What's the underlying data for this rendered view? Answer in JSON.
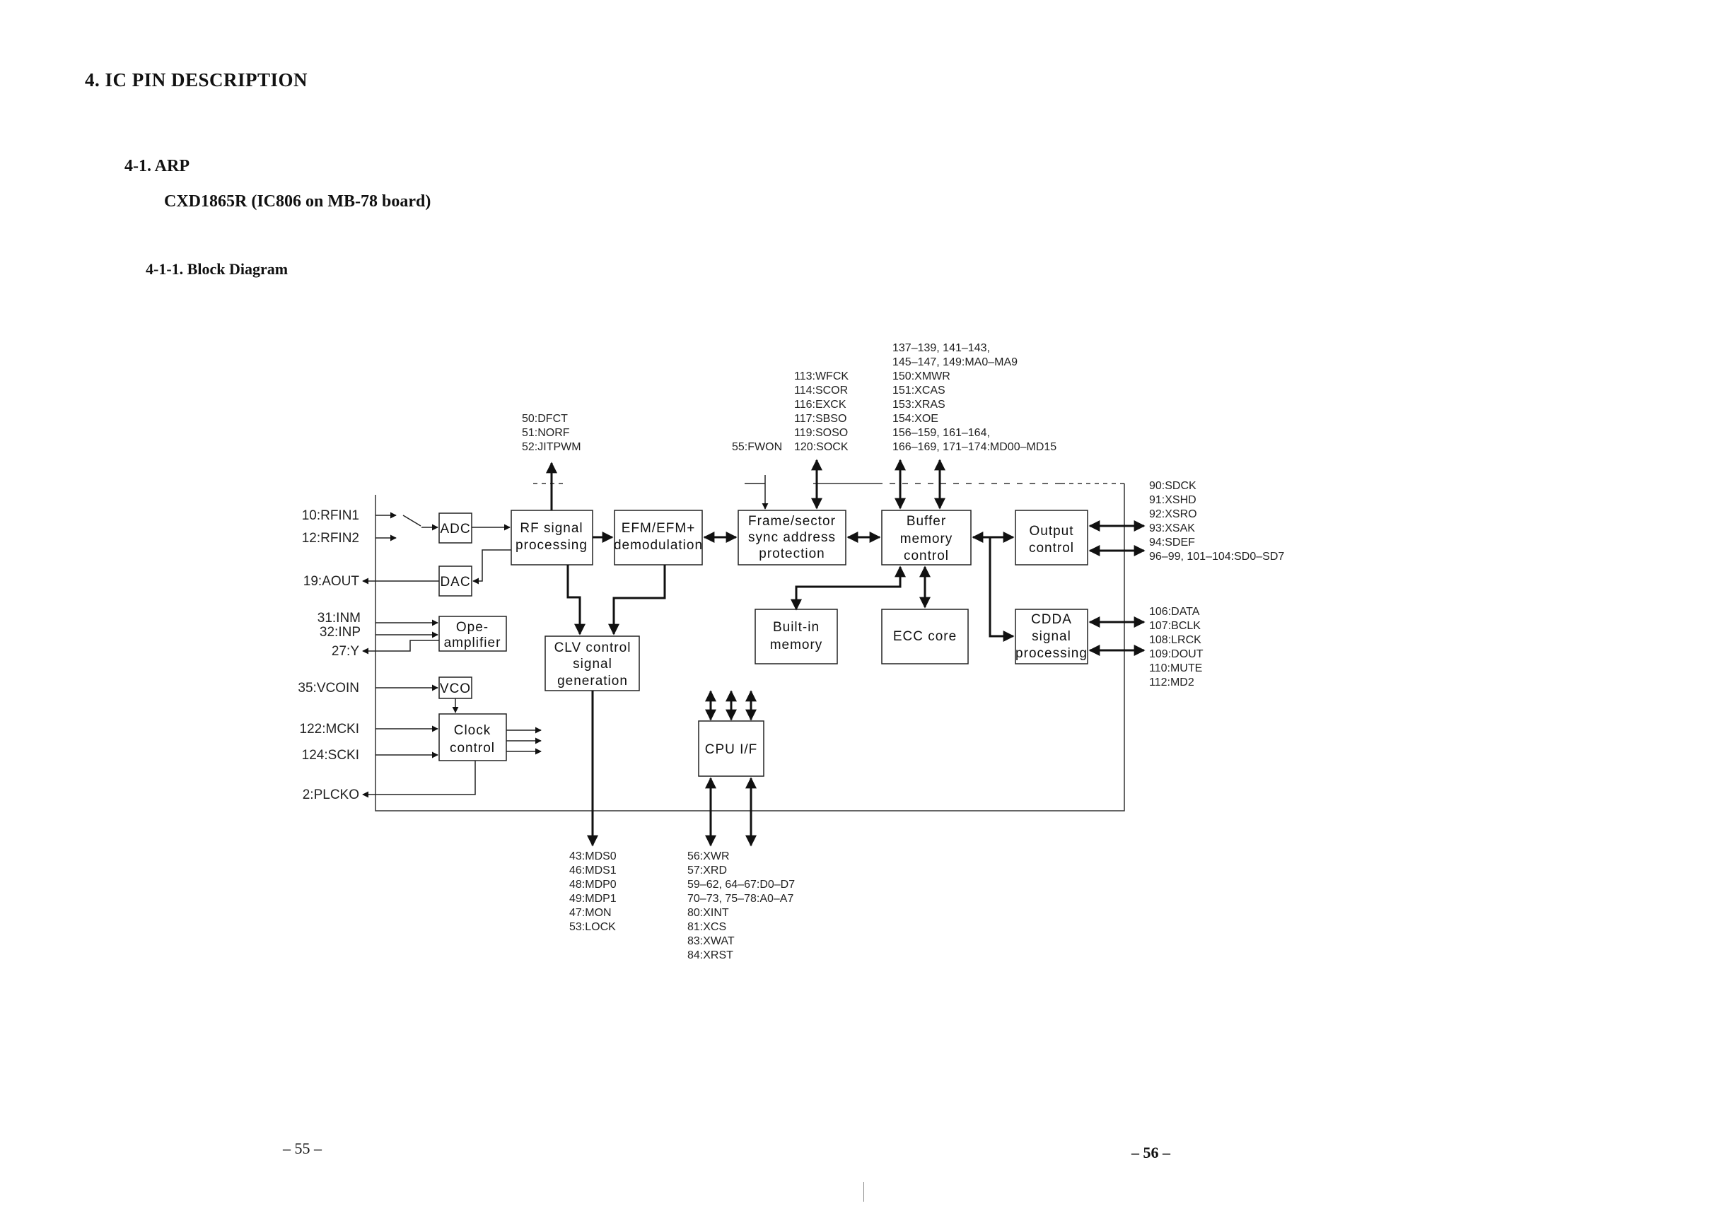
{
  "document": {
    "section_title": "4.   IC PIN DESCRIPTION",
    "subsection_title": "4-1.  ARP",
    "chip_title": "CXD1865R (IC806 on MB-78 board)",
    "block_diagram_title": "4-1-1.   Block Diagram",
    "page_left": "– 55 –",
    "page_right": "– 56 –"
  },
  "blocks": {
    "adc": "ADC",
    "dac": "DAC",
    "rf": [
      "RF signal",
      "processing"
    ],
    "efm": [
      "EFM/EFM+",
      "demodulation"
    ],
    "frame": [
      "Frame/sector",
      "sync address",
      "protection"
    ],
    "buffer": [
      "Buffer",
      "memory",
      "control"
    ],
    "output": [
      "Output",
      "control"
    ],
    "opeamp": [
      "Ope-",
      "amplifier"
    ],
    "clv": [
      "CLV control",
      "signal",
      "generation"
    ],
    "builtin": [
      "Built-in",
      "memory"
    ],
    "ecc": "ECC core",
    "cdda": [
      "CDDA",
      "signal",
      "processing"
    ],
    "vco": "VCO",
    "clock": [
      "Clock",
      "control"
    ],
    "cpu": "CPU I/F"
  },
  "pins": {
    "left": [
      "10:RFIN1",
      "12:RFIN2",
      "19:AOUT",
      "31:INM",
      "32:INP",
      "27:Y",
      "35:VCOIN",
      "122:MCKI",
      "124:SCKI",
      "2:PLCKO"
    ],
    "rf_top": [
      "50:DFCT",
      "51:NORF",
      "52:JITPWM"
    ],
    "fwon": "55:FWON",
    "frame_top": [
      "113:WFCK",
      "114:SCOR",
      "116:EXCK",
      "117:SBSO",
      "119:SOSO",
      "120:SOCK"
    ],
    "buffer_top": [
      "137–139, 141–143,",
      "145–147, 149:MA0–MA9",
      "150:XMWR",
      "151:XCAS",
      "153:XRAS",
      "154:XOE",
      "156–159, 161–164,",
      "166–169, 171–174:MD00–MD15"
    ],
    "output_right": [
      "90:SDCK",
      "91:XSHD",
      "92:XSRO",
      "93:XSAK",
      "94:SDEF",
      "96–99, 101–104:SD0–SD7"
    ],
    "cdda_right": [
      "106:DATA",
      "107:BCLK",
      "108:LRCK",
      "109:DOUT",
      "110:MUTE",
      "112:MD2"
    ],
    "clv_bottom": [
      "43:MDS0",
      "46:MDS1",
      "48:MDP0",
      "49:MDP1",
      "47:MON",
      "53:LOCK"
    ],
    "cpu_bottom": [
      "56:XWR",
      "57:XRD",
      "59–62, 64–67:D0–D7",
      "70–73, 75–78:A0–A7",
      "80:XINT",
      "81:XCS",
      "83:XWAT",
      "84:XRST"
    ]
  }
}
